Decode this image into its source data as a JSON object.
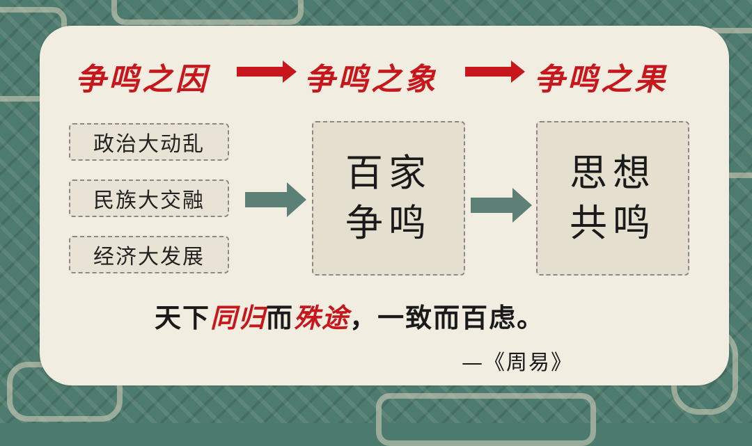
{
  "header": {
    "cause_title": "争鸣之因",
    "phenomenon_title": "争鸣之象",
    "result_title": "争鸣之果"
  },
  "causes": [
    "政治大动乱",
    "民族大交融",
    "经济大发展"
  ],
  "phenomenon": {
    "line1": "百家",
    "line2": "争鸣"
  },
  "result": {
    "line1": "思想",
    "line2": "共鸣"
  },
  "quote": {
    "part1": "天下",
    "highlight1": "同归",
    "part2": "而",
    "highlight2": "殊途",
    "part3": "，一致而百虑。",
    "source": "—《周易》"
  },
  "colors": {
    "accent_red": "#c8171c",
    "arrow_green": "#5c7f76",
    "card_bg": "#f1ede1"
  }
}
